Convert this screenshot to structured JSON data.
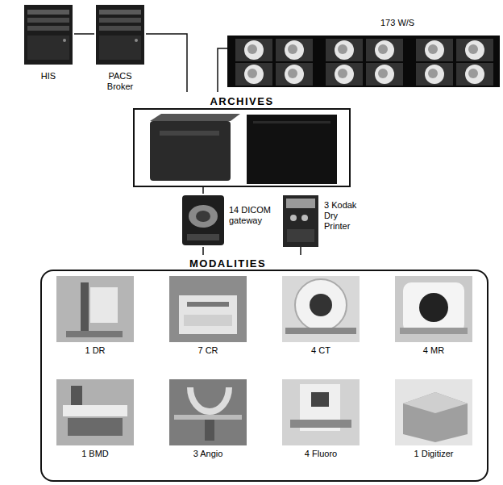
{
  "diagram": {
    "nodes": [
      {
        "text": [
          "HIS"
        ]
      },
      {
        "text": [
          "PACS Broker"
        ]
      },
      {
        "text": [
          "173 W/S"
        ]
      },
      {
        "text": [
          "ARCHIVES"
        ]
      },
      {
        "text": [
          "14 DICOM gateway"
        ]
      },
      {
        "text": [
          "3 Kodak Dry Printer"
        ]
      },
      {
        "text": [
          "MODALITIES"
        ]
      },
      {
        "text": [
          "1 DR"
        ],
        "in": 6
      },
      {
        "text": [
          "7 CR"
        ],
        "in": 6
      },
      {
        "text": [
          "4 CT"
        ],
        "in": 6
      },
      {
        "text": [
          "4 MR"
        ],
        "in": 6
      },
      {
        "text": [
          "1 BMD"
        ],
        "in": 6
      },
      {
        "text": [
          "3 Angio"
        ],
        "in": 6
      },
      {
        "text": [
          "4 Fluoro"
        ],
        "in": 6
      },
      {
        "text": [
          "1 Digitizer"
        ],
        "in": 6
      }
    ],
    "edges": [
      {
        "from": 0,
        "to": 1,
        "arrow": "none"
      },
      {
        "from": 1,
        "to": 3,
        "arrow": "none"
      },
      {
        "from": 2,
        "to": 3,
        "arrow": "none"
      },
      {
        "from": 3,
        "to": 4,
        "arrow": "none"
      },
      {
        "from": 4,
        "to": 6,
        "arrow": "none"
      },
      {
        "from": 5,
        "to": 6,
        "arrow": "none"
      }
    ]
  }
}
